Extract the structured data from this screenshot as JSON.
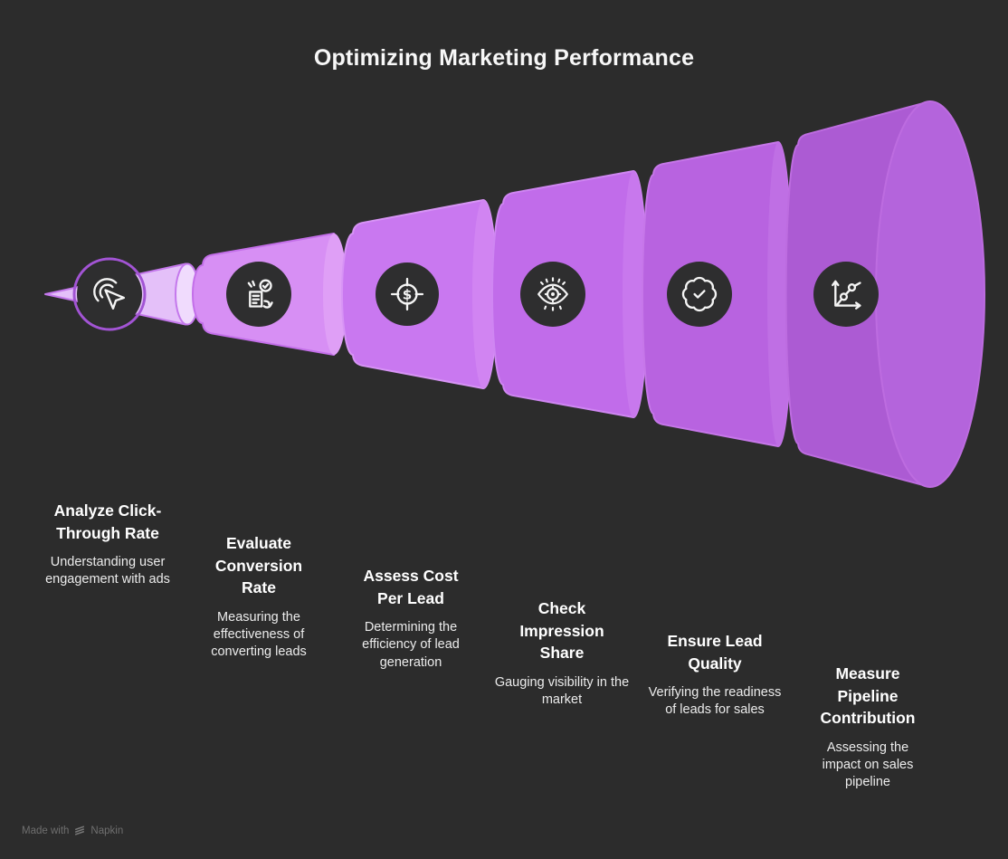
{
  "title": "Optimizing Marketing Performance",
  "stages": [
    {
      "title": "Analyze Click-Through Rate",
      "description": "Understanding user engagement with ads",
      "icon": "cursor-click-icon"
    },
    {
      "title": "Evaluate Conversion Rate",
      "description": "Measuring the effectiveness of converting leads",
      "icon": "document-check-icon"
    },
    {
      "title": "Assess Cost Per Lead",
      "description": "Determining the efficiency of lead generation",
      "icon": "dollar-target-icon",
      "icon_glyph": "$"
    },
    {
      "title": "Check Impression Share",
      "description": "Gauging visibility in the market",
      "icon": "eye-target-icon"
    },
    {
      "title": "Ensure Lead Quality",
      "description": "Verifying the readiness of leads for sales",
      "icon": "badge-check-icon"
    },
    {
      "title": "Measure Pipeline Contribution",
      "description": "Assessing the impact on sales pipeline",
      "icon": "growth-chart-icon"
    }
  ],
  "footer": {
    "made_with": "Made with",
    "brand": "Napkin"
  },
  "colors": {
    "background": "#2c2c2c",
    "title_text": "#f7f7f7",
    "stage_title_text": "#ffffff",
    "stage_desc_text": "#ececec",
    "footer_text": "#6f6f6f",
    "icon_circle_fill": "#2e2e2f",
    "icon_stroke": "#f5f5f5",
    "circle1_ring": "#a254d4",
    "segments": [
      {
        "fill": "#e4c0f9",
        "stroke": "#c478ec",
        "cap": "#f0dbfd"
      },
      {
        "fill": "#d78ff4",
        "stroke": "#c36fe9",
        "cap": "#df9ff6"
      },
      {
        "fill": "#c978f0",
        "stroke": "#d794f5",
        "cap": "#d184f2"
      },
      {
        "fill": "#c16cea",
        "stroke": "#cf86f2",
        "cap": "#c878ed"
      },
      {
        "fill": "#b863e0",
        "stroke": "#c677e9",
        "cap": "#bf6fe4"
      },
      {
        "fill": "#ac5bd3",
        "stroke": "#bd6ce0",
        "cap": "#b464dc"
      }
    ]
  }
}
